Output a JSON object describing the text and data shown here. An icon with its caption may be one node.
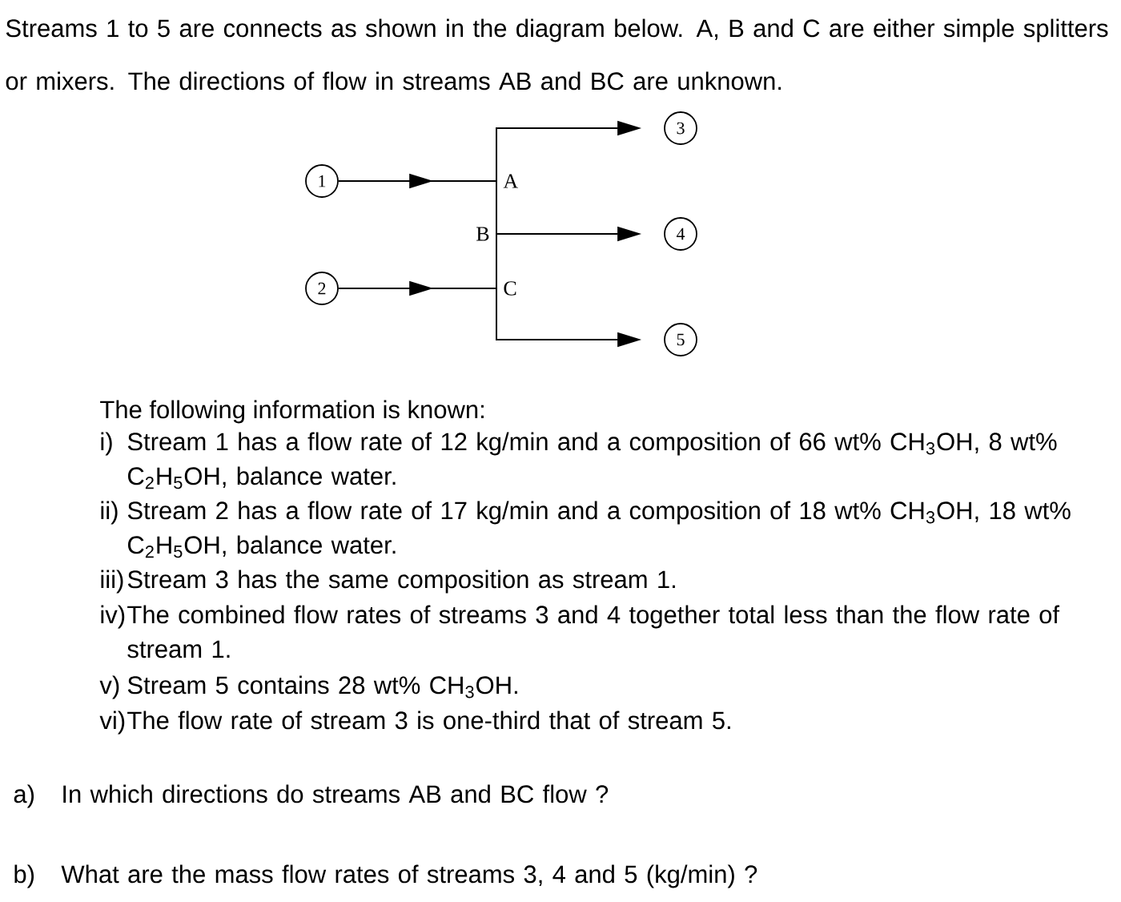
{
  "diagram": {
    "nodes": [
      {
        "text": [
          "1"
        ]
      },
      {
        "text": [
          "2"
        ]
      },
      {
        "text": [
          "3"
        ]
      },
      {
        "text": [
          "4"
        ]
      },
      {
        "text": [
          "5"
        ]
      },
      {
        "text": [
          "A"
        ]
      },
      {
        "text": [
          "B"
        ]
      },
      {
        "text": [
          "C"
        ]
      }
    ],
    "edges": [
      {
        "from": 0,
        "to": 5,
        "arrow": "to"
      },
      {
        "from": 1,
        "to": 7,
        "arrow": "to"
      },
      {
        "from": 5,
        "to": 2,
        "arrow": "to"
      },
      {
        "from": 6,
        "to": 3,
        "arrow": "to"
      },
      {
        "from": 7,
        "to": 4,
        "arrow": "to"
      },
      {
        "from": 5,
        "to": 6,
        "arrow": "none"
      },
      {
        "from": 6,
        "to": 7,
        "arrow": "none"
      }
    ],
    "labels": [
      "Streams 1 to 5 are connects as shown in the diagram below. A, B and C are either simple splitters or mixers. The directions of flow in streams AB and BC are unknown.",
      "The following information is known:",
      "i)",
      "Stream 1 has a flow rate of 12 kg/min and a composition of 66 wt% CH$_{3}$OH, 8 wt% C$_{2}$H$_{5}$OH, balance water.",
      "ii)",
      "Stream 2 has a flow rate of 17 kg/min and a composition of 18 wt% CH$_{3}$OH, 18 wt% C$_{2}$H$_{5}$OH, balance water.",
      "iii)",
      "Stream 3 has the same composition as stream 1.",
      "iv)",
      "The combined flow rates of streams 3 and 4 together total less than the flow rate of stream 1.",
      "v)",
      "Stream 5 contains 28 wt% CH$_{3}$OH.",
      "vi)",
      "The flow rate of stream 3 is one-third that of stream 5.",
      "a)",
      "In which directions do streams AB and BC flow ?",
      "b)",
      "What are the mass flow rates of streams 3, 4 and 5  (kg/min) ?"
    ]
  }
}
